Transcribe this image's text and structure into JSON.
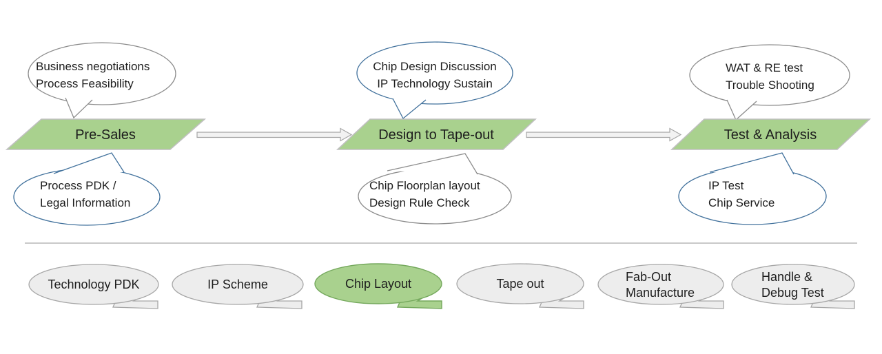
{
  "title": "Design service process flow diagram",
  "colors": {
    "green_fill": "#A9D18E",
    "green_border": "#74A85C",
    "parallelogram_border": "#BFBFBF",
    "gray_stroke": "#8C8C8C",
    "blue_stroke": "#41719C",
    "oval_fill": "#EDEDED",
    "oval_border": "#A6A6A6",
    "arrow_fill": "#F2F2F2",
    "arrow_stroke": "#A6A6A6",
    "divider": "#C9C9C9"
  },
  "stages": [
    {
      "label": "Pre-Sales",
      "above": {
        "line1": "Business negotiations",
        "line2": "Process Feasibility"
      },
      "below": {
        "line1": "Process PDK /",
        "line2": "Legal Information"
      }
    },
    {
      "label": "Design to Tape-out",
      "above": {
        "line1": "Chip Design Discussion",
        "line2": "IP Technology Sustain"
      },
      "below": {
        "line1": "Chip Floorplan layout",
        "line2": "Design Rule Check"
      }
    },
    {
      "label": "Test & Analysis",
      "above": {
        "line1": "WAT & RE test",
        "line2": "Trouble Shooting"
      },
      "below": {
        "line1": "IP Test",
        "line2": "Chip Service"
      }
    }
  ],
  "pipeline": [
    {
      "line1": "Technology PDK",
      "line2": "",
      "highlighted": false
    },
    {
      "line1": "IP Scheme",
      "line2": "",
      "highlighted": false
    },
    {
      "line1": "Chip Layout",
      "line2": "",
      "highlighted": true
    },
    {
      "line1": "Tape out",
      "line2": "",
      "highlighted": false
    },
    {
      "line1": "Fab-Out",
      "line2": "Manufacture",
      "highlighted": false
    },
    {
      "line1": "Handle &",
      "line2": "Debug Test",
      "highlighted": false
    }
  ]
}
